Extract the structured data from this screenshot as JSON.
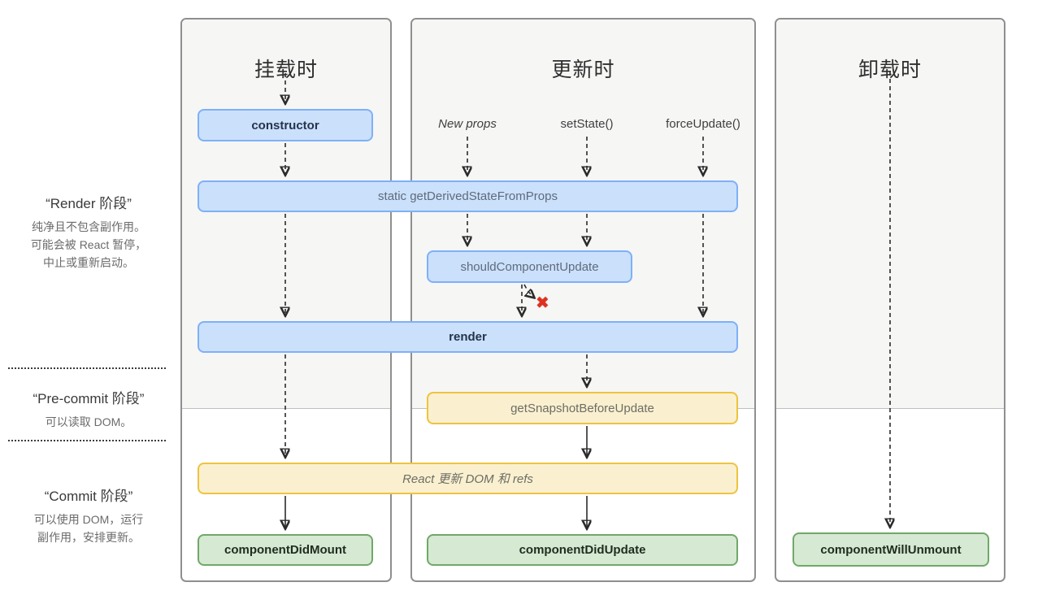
{
  "diagram": {
    "sidebar": {
      "phases": [
        {
          "title": "“Render 阶段”",
          "lines": [
            "纯净且不包含副作用。",
            "可能会被 React 暂停，",
            "中止或重新启动。"
          ]
        },
        {
          "title": "“Pre-commit 阶段”",
          "lines": [
            "可以读取 DOM。"
          ]
        },
        {
          "title": "“Commit 阶段”",
          "lines": [
            "可以使用 DOM，运行",
            "副作用，安排更新。"
          ]
        }
      ]
    },
    "columns": {
      "mounting": {
        "title": "挂载时"
      },
      "updating": {
        "title": "更新时"
      },
      "unmounting": {
        "title": "卸载时"
      }
    },
    "triggers": {
      "new_props": {
        "label": "New props"
      },
      "set_state": {
        "label": "setState()"
      },
      "force_update": {
        "label": "forceUpdate()"
      }
    },
    "nodes": {
      "constructor": {
        "label": "constructor"
      },
      "getDerivedStateFromProps": {
        "label": "static getDerivedStateFromProps"
      },
      "shouldComponentUpdate": {
        "label": "shouldComponentUpdate"
      },
      "render": {
        "label": "render"
      },
      "getSnapshotBeforeUpdate": {
        "label": "getSnapshotBeforeUpdate"
      },
      "reactUpdatesDom": {
        "label": "React 更新 DOM 和 refs"
      },
      "componentDidMount": {
        "label": "componentDidMount"
      },
      "componentDidUpdate": {
        "label": "componentDidUpdate"
      },
      "componentWillUnmount": {
        "label": "componentWillUnmount"
      }
    },
    "marks": {
      "cancel": "✖"
    },
    "colors": {
      "blue_fill": "#cbe0fb",
      "blue_border": "#7fb0f8",
      "yellow_fill": "#faf0d0",
      "yellow_border": "#eec33e",
      "green_fill": "#d6e9d2",
      "green_border": "#70a86a",
      "cancel_red": "#e0301e",
      "shade_gray": "#f6f6f5"
    }
  }
}
